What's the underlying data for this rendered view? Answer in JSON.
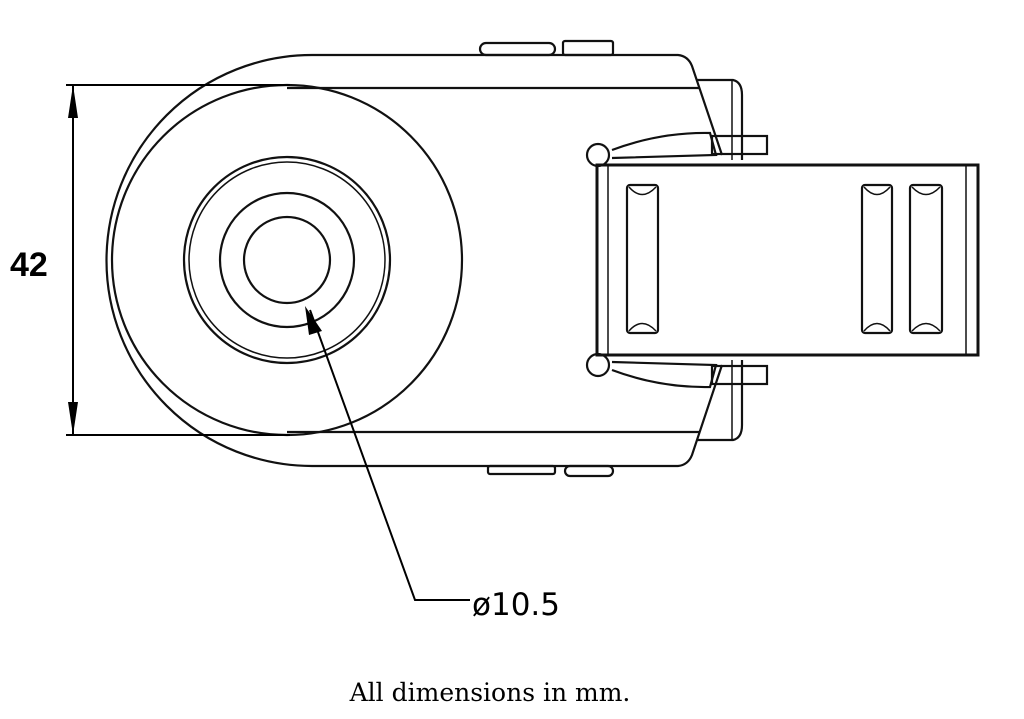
{
  "drawing": {
    "height_dimension": "42",
    "bore_dimension": "ø10.5",
    "caption": "All dimensions in mm."
  }
}
